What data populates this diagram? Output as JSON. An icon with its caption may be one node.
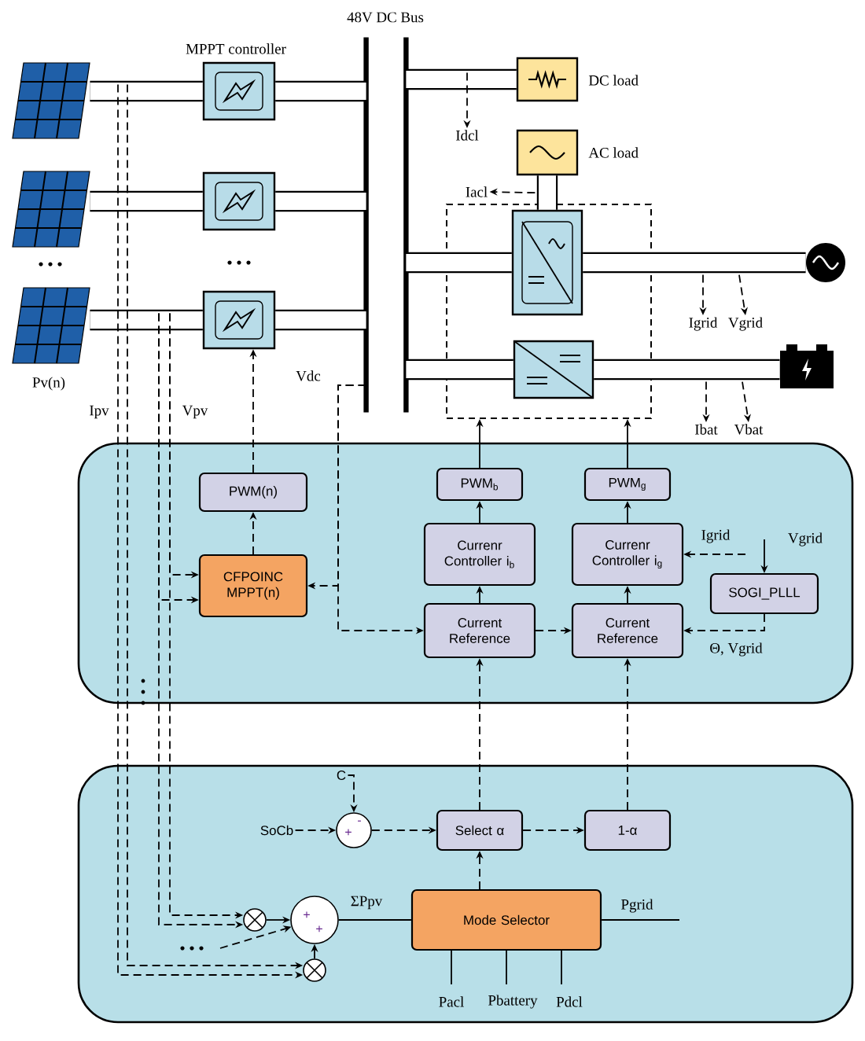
{
  "diagram": {
    "nodes": [
      {
        "text": [],
        "shape": "picture"
      },
      {
        "text": [],
        "shape": "picture"
      },
      {
        "text": [],
        "shape": "picture",
        "beside": [
          "Pv(n)"
        ]
      },
      {
        "text": [],
        "shape": "box",
        "beside": [
          "MPPT controller"
        ]
      },
      {
        "text": [],
        "shape": "box"
      },
      {
        "text": [],
        "shape": "box"
      },
      {
        "text": [],
        "shape": "bar",
        "beside": [
          "48V DC Bus"
        ]
      },
      {
        "text": [],
        "shape": "box",
        "beside": [
          "DC load"
        ]
      },
      {
        "text": [],
        "shape": "box",
        "beside": [
          "AC load"
        ]
      },
      {
        "text": [],
        "shape": "box"
      },
      {
        "text": [],
        "shape": "box",
        "in": 9
      },
      {
        "text": [],
        "shape": "box",
        "in": 9
      },
      {
        "text": [],
        "shape": "circle"
      },
      {
        "text": [],
        "shape": "battery"
      },
      {
        "text": [
          "Idcl"
        ]
      },
      {
        "text": [
          "Iacl"
        ]
      },
      {
        "text": [
          "Igrid"
        ]
      },
      {
        "text": [
          "Vgrid"
        ]
      },
      {
        "text": [
          "Ibat"
        ]
      },
      {
        "text": [
          "Vbat"
        ]
      },
      {
        "text": [],
        "shape": "box"
      },
      {
        "text": [
          "PWM(n)"
        ],
        "in": 20
      },
      {
        "text": [
          "CFPOINC MPPT(n)"
        ],
        "in": 20
      },
      {
        "text": [
          "PWM$_{b}$"
        ],
        "in": 20
      },
      {
        "text": [
          "PWM$_{g}$"
        ],
        "in": 20
      },
      {
        "text": [
          "Currenr Controller i$_{b}$"
        ],
        "in": 20
      },
      {
        "text": [
          "Currenr Controller i$_{g}$"
        ],
        "in": 20
      },
      {
        "text": [
          "Current Reference"
        ],
        "in": 20
      },
      {
        "text": [
          "Current Reference"
        ],
        "in": 20
      },
      {
        "text": [
          "SOGI_PLLL"
        ],
        "in": 20
      },
      {
        "text": [],
        "shape": "box"
      },
      {
        "text": [
          "C"
        ],
        "in": 30
      },
      {
        "text": [
          "SoCb"
        ],
        "in": 30
      },
      {
        "text": [
          "+",
          "-"
        ],
        "in": 30
      },
      {
        "text": [
          "Select α"
        ],
        "in": 30
      },
      {
        "text": [
          "1-α"
        ],
        "in": 30
      },
      {
        "text": [],
        "shape": "circle",
        "in": 30
      },
      {
        "text": [],
        "shape": "circle",
        "in": 30
      },
      {
        "text": [
          "+",
          "+"
        ],
        "in": 30
      },
      {
        "text": [
          "Mode Selector"
        ],
        "in": 30
      }
    ],
    "edges": [
      {
        "from": 0,
        "to": 3,
        "arrow": "none",
        "style": "thick"
      },
      {
        "from": 1,
        "to": 4,
        "arrow": "none",
        "style": "thick"
      },
      {
        "from": 2,
        "to": 5,
        "arrow": "none",
        "style": "thick"
      },
      {
        "from": 3,
        "to": 6,
        "arrow": "none",
        "style": "thick"
      },
      {
        "from": 4,
        "to": 6,
        "arrow": "none",
        "style": "thick"
      },
      {
        "from": 5,
        "to": 6,
        "arrow": "none",
        "style": "thick"
      },
      {
        "from": 6,
        "to": 7,
        "arrow": "none",
        "style": "thick"
      },
      {
        "from": 6,
        "to": 10,
        "arrow": "none",
        "style": "thick"
      },
      {
        "from": 6,
        "to": 11,
        "arrow": "none",
        "style": "thick"
      },
      {
        "from": 8,
        "to": 10,
        "arrow": "none",
        "style": "thick"
      },
      {
        "from": 10,
        "to": 12,
        "arrow": "none",
        "style": "thick"
      },
      {
        "from": 11,
        "to": 13,
        "arrow": "none",
        "style": "thick"
      },
      {
        "from": null,
        "to": 14,
        "arrow": "to",
        "style": "dashed"
      },
      {
        "from": 8,
        "to": 15,
        "arrow": "to",
        "style": "dashed"
      },
      {
        "from": null,
        "to": 16,
        "arrow": "to",
        "style": "dashed"
      },
      {
        "from": null,
        "to": 17,
        "arrow": "to",
        "style": "dashed"
      },
      {
        "from": null,
        "to": 18,
        "arrow": "to",
        "style": "dashed"
      },
      {
        "from": null,
        "to": 19,
        "arrow": "to",
        "style": "dashed"
      },
      {
        "from": 21,
        "to": 5,
        "arrow": "to",
        "style": "dashed"
      },
      {
        "from": 22,
        "to": 21,
        "arrow": "to",
        "style": "dashed"
      },
      {
        "from": null,
        "to": 22,
        "arrow": "to",
        "style": "dashed"
      },
      {
        "from": null,
        "to": 22,
        "arrow": "to",
        "style": "dashed"
      },
      {
        "from": 6,
        "to": 22,
        "arrow": "to",
        "style": "dashed"
      },
      {
        "from": 6,
        "to": 27,
        "arrow": "to",
        "style": "dashed"
      },
      {
        "from": 23,
        "to": 9,
        "arrow": "to"
      },
      {
        "from": 24,
        "to": 9,
        "arrow": "to"
      },
      {
        "from": 25,
        "to": 23,
        "arrow": "to"
      },
      {
        "from": 26,
        "to": 24,
        "arrow": "to"
      },
      {
        "from": 27,
        "to": 25,
        "arrow": "to"
      },
      {
        "from": 28,
        "to": 26,
        "arrow": "to"
      },
      {
        "from": 27,
        "to": 28,
        "arrow": "to",
        "style": "dashed"
      },
      {
        "from": null,
        "to": 26,
        "arrow": "to",
        "style": "dashed",
        "label": "Igrid"
      },
      {
        "from": null,
        "to": 29,
        "arrow": "to",
        "label": "Vgrid"
      },
      {
        "from": 29,
        "to": 28,
        "arrow": "to",
        "style": "dashed",
        "label": "Θ, Vgrid"
      },
      {
        "from": 34,
        "to": 27,
        "arrow": "to",
        "style": "dashed"
      },
      {
        "from": 35,
        "to": 28,
        "arrow": "to",
        "style": "dashed"
      },
      {
        "from": 31,
        "to": 33,
        "arrow": "to",
        "style": "dashed"
      },
      {
        "from": 32,
        "to": 33,
        "arrow": "to",
        "style": "dashed"
      },
      {
        "from": 33,
        "to": 34,
        "arrow": "to",
        "style": "dashed"
      },
      {
        "from": 34,
        "to": 35,
        "arrow": "to",
        "style": "dashed"
      },
      {
        "from": 39,
        "to": 34,
        "arrow": "to",
        "style": "dashed"
      },
      {
        "from": null,
        "to": 36,
        "arrow": "to",
        "style": "dashed"
      },
      {
        "from": null,
        "to": 36,
        "arrow": "to",
        "style": "dashed"
      },
      {
        "from": null,
        "to": 37,
        "arrow": "to",
        "style": "dashed"
      },
      {
        "from": null,
        "to": 37,
        "arrow": "to",
        "style": "dashed"
      },
      {
        "from": 36,
        "to": 38,
        "arrow": "to"
      },
      {
        "from": 37,
        "to": 38,
        "arrow": "to"
      },
      {
        "from": null,
        "to": 38,
        "arrow": "to",
        "style": "dashed"
      },
      {
        "from": 38,
        "to": 39,
        "arrow": "none",
        "label": "ΣPpv"
      },
      {
        "from": 39,
        "to": null,
        "arrow": "none",
        "label": "Pgrid"
      },
      {
        "from": null,
        "to": 39,
        "arrow": "none",
        "label": "Pacl"
      },
      {
        "from": null,
        "to": 39,
        "arrow": "none",
        "label": "Pbattery"
      },
      {
        "from": null,
        "to": 39,
        "arrow": "none",
        "label": "Pdcl"
      }
    ],
    "labels": [
      "Ipv",
      "Vpv",
      "Vdc"
    ]
  }
}
